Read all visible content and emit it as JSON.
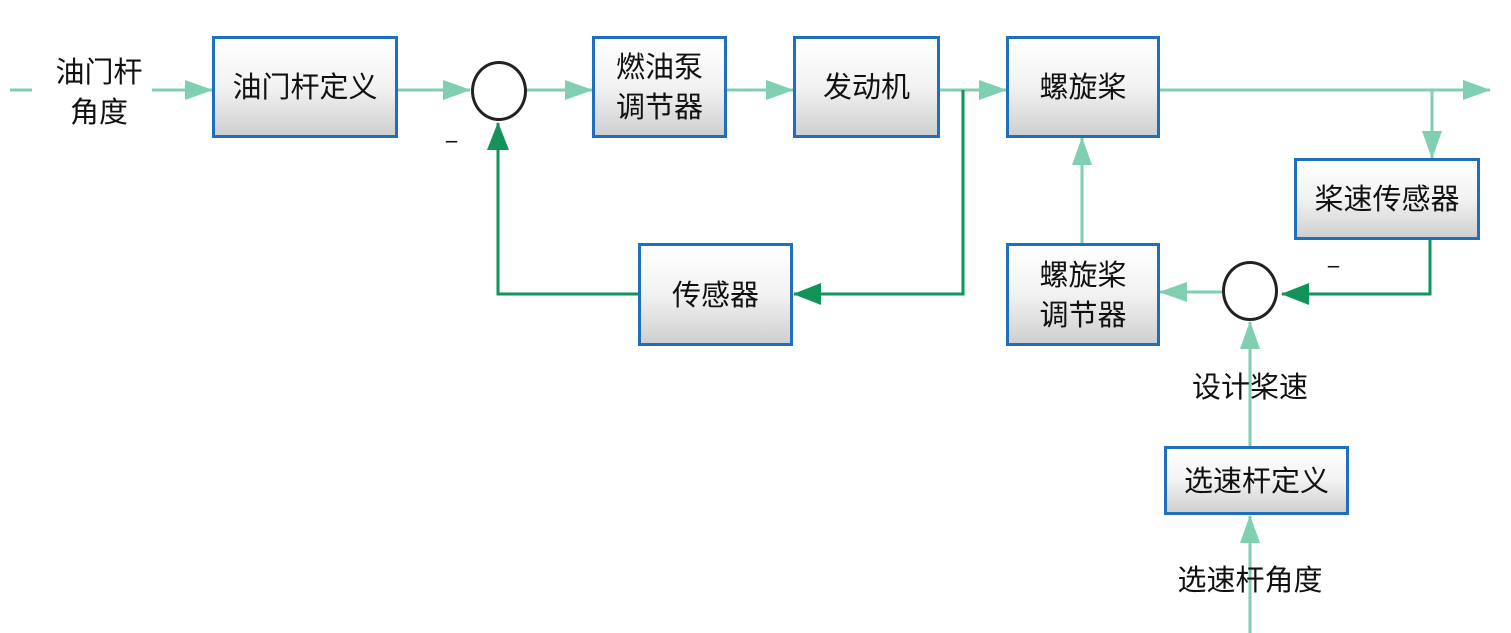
{
  "input_label": "油门杆\n角度",
  "blocks": {
    "throttle_definition": "油门杆定义",
    "fuel_pump_regulator": "燃油泵\n调节器",
    "engine": "发动机",
    "propeller": "螺旋桨",
    "prop_speed_sensor": "桨速传感器",
    "sensor": "传感器",
    "propeller_regulator": "螺旋桨\n调节器",
    "speed_lever_definition": "选速杆定义"
  },
  "labels": {
    "design_prop_speed": "设计桨速",
    "speed_lever_angle": "选速杆角度",
    "minus_sign_1": "_",
    "minus_sign_2": "_"
  },
  "colors": {
    "block_border": "#1f6fbf",
    "forward_line": "#7fcfb0",
    "feedback_line": "#12935a",
    "junction_border": "#222222"
  }
}
